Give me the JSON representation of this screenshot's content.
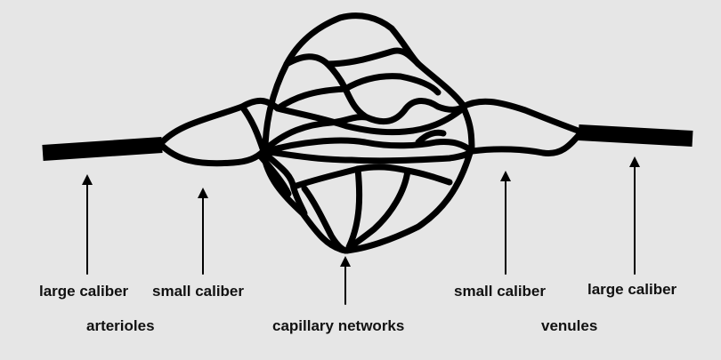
{
  "labels": {
    "arteriole_large": "large caliber",
    "arteriole_small": "small caliber",
    "arterioles": "arterioles",
    "capillary": "capillary networks",
    "venule_small": "small caliber",
    "venule_large": "large caliber",
    "venules": "venules"
  },
  "colors": {
    "background": "#e6e6e6",
    "vessel": "#000000",
    "text": "#111111"
  }
}
